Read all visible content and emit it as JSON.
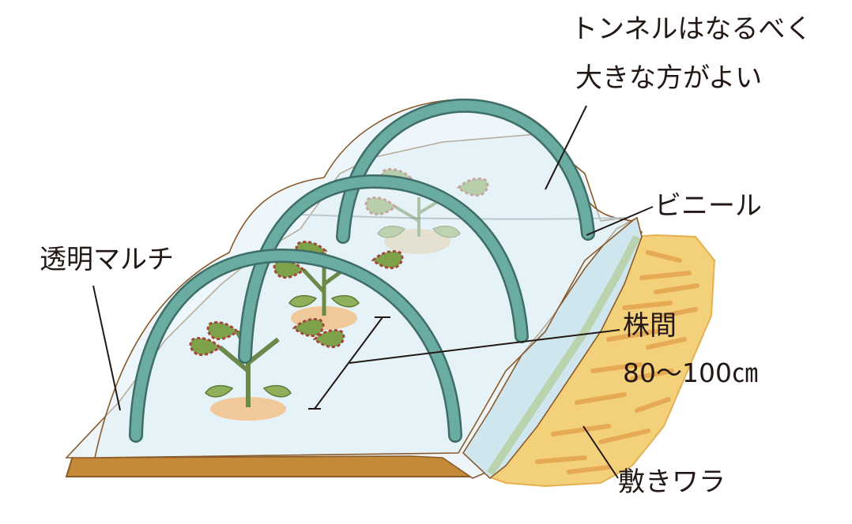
{
  "labels": {
    "tunnel_line1": "トンネルはなるべく",
    "tunnel_line2": "大きな方がよい",
    "vinyl": "ビニール",
    "mulch": "透明マルチ",
    "spacing_line1": "株間",
    "spacing_line2": "80〜100㎝",
    "straw": "敷きワラ"
  },
  "colors": {
    "hoop": "#6aaba2",
    "hoop_outline": "#3f6d67",
    "film": "#d6ecf6",
    "mulch": "#eef5f9",
    "soil": "#c48a3a",
    "straw": "#f3d07a",
    "straw_dark": "#e6b04e",
    "leaf": "#7ea24a",
    "leaf_dark": "#a3453a",
    "mound": "#f0c89a",
    "leader": "#231815"
  }
}
